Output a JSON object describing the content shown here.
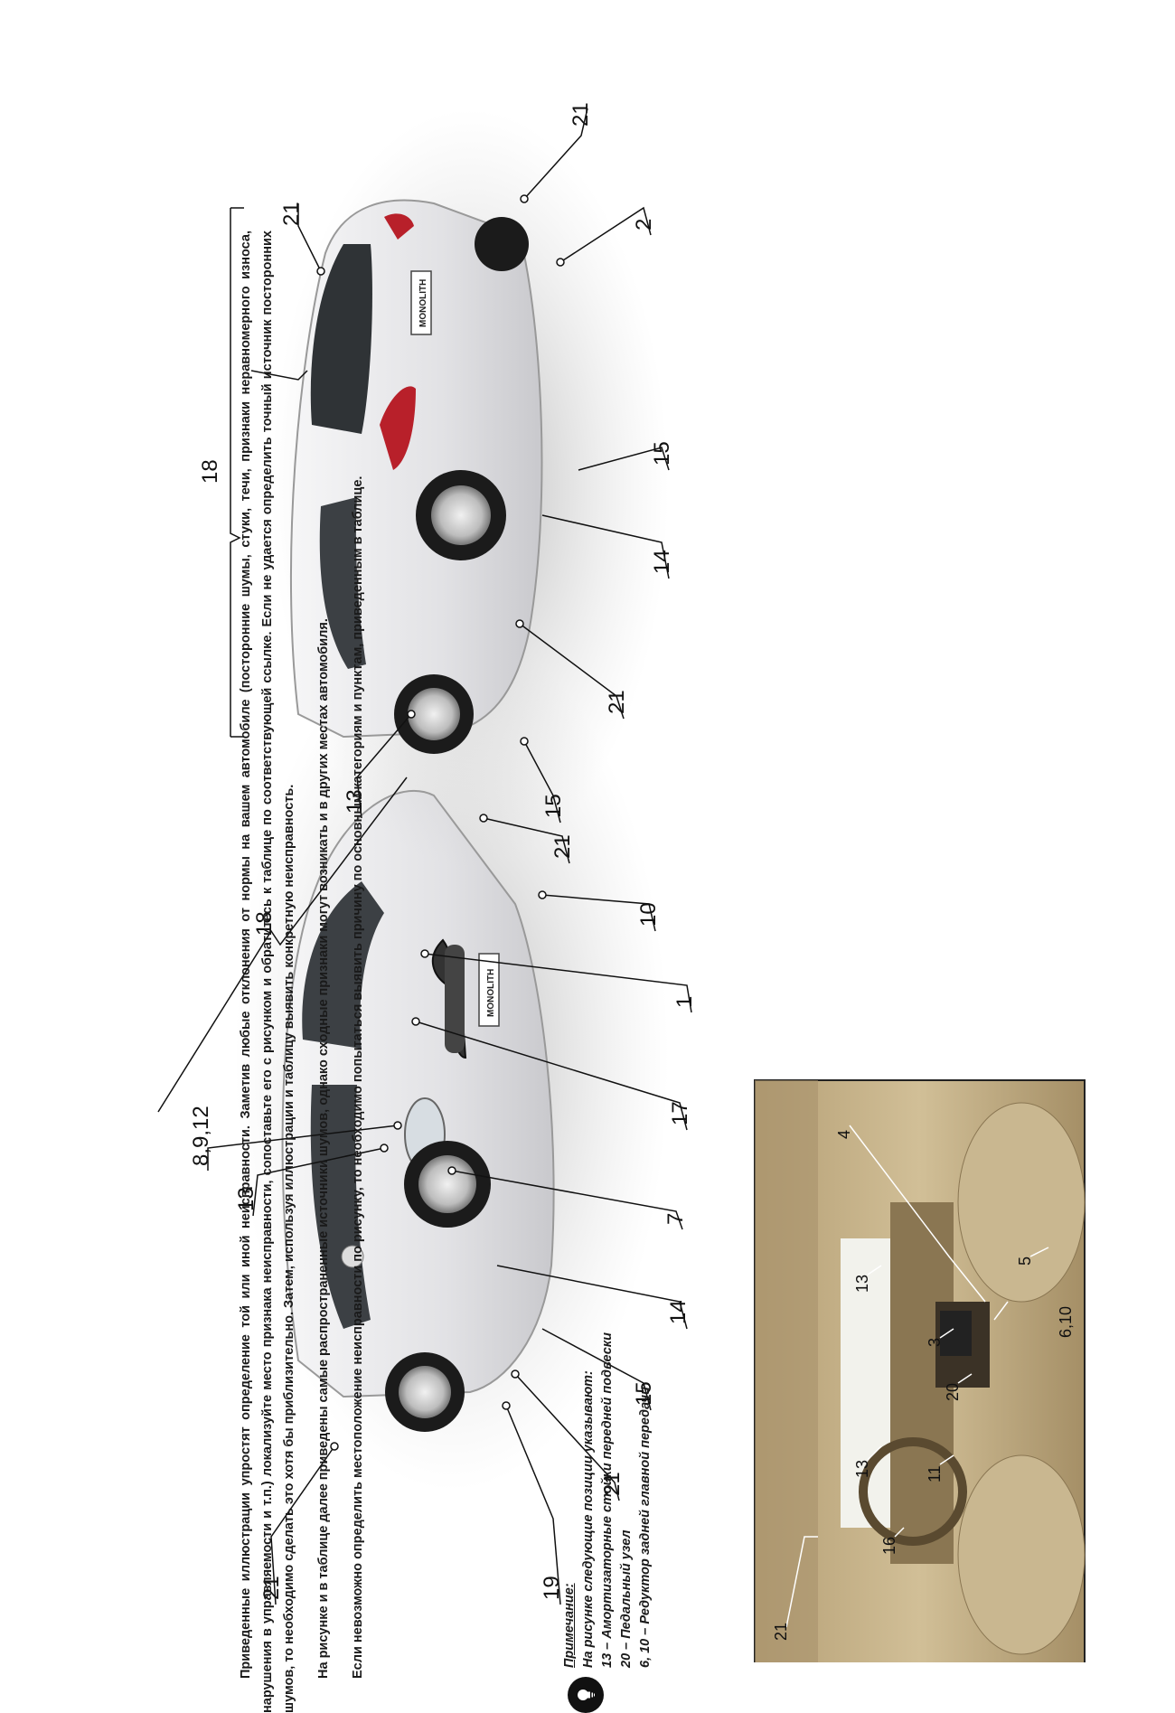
{
  "callouts": {
    "front": [
      "21",
      "19",
      "21",
      "15",
      "14",
      "7",
      "13",
      "8,9,12",
      "17",
      "1",
      "10",
      "21",
      "18"
    ],
    "rear": [
      "13",
      "15",
      "21",
      "14",
      "15",
      "2",
      "21",
      "21",
      "18"
    ],
    "interior": [
      "21",
      "16",
      "13",
      "11",
      "20",
      "3",
      "13",
      "6,10",
      "5",
      "4"
    ]
  },
  "car_badges": {
    "front": "MONOLITH",
    "rear": "MONOLITH"
  },
  "text": {
    "p1": "Приведенные иллюстрации упростят определение той или иной неисправности. Заметив любые отклонения от нормы на вашем автомобиле (посторонние шумы, стуки, течи, признаки неравномерного износа, нарушения в управляемости и т.п.) локализуйте место признака неисправности, сопоставьте его с рисунком и обратитесь к таблице по соответствующей ссылке. Если не удается определить точный источник посторонних шумов, то необходимо сделать это хотя бы приблизительно. Затем, используя иллюстрации и таблицу выявить конкретную неисправность.",
    "p2": "На рисунке и в таблице далее приведены самые распространенные источники шумов, однако сходные признаки могут возникать и в других местах автомобиля.",
    "p3": "Если невозможно определить местоположение неисправности по рисунку, то необходимо попытаться выявить причину по основным категориям и пунктам, приведенным в таблице.",
    "note_title": "Примечание:",
    "note_lines": [
      "На рисунке следующие позиции указывают:",
      "13 – Амортизаторные стойки передней подвески",
      "20 – Педальный узел",
      "6, 10 – Редуктор задней главной передачи"
    ]
  },
  "colors": {
    "car_body": "#e8e8ea",
    "glass": "#3c4044",
    "tail_light": "#b8202a",
    "interior": "#c2ae85",
    "ink": "#111111"
  }
}
